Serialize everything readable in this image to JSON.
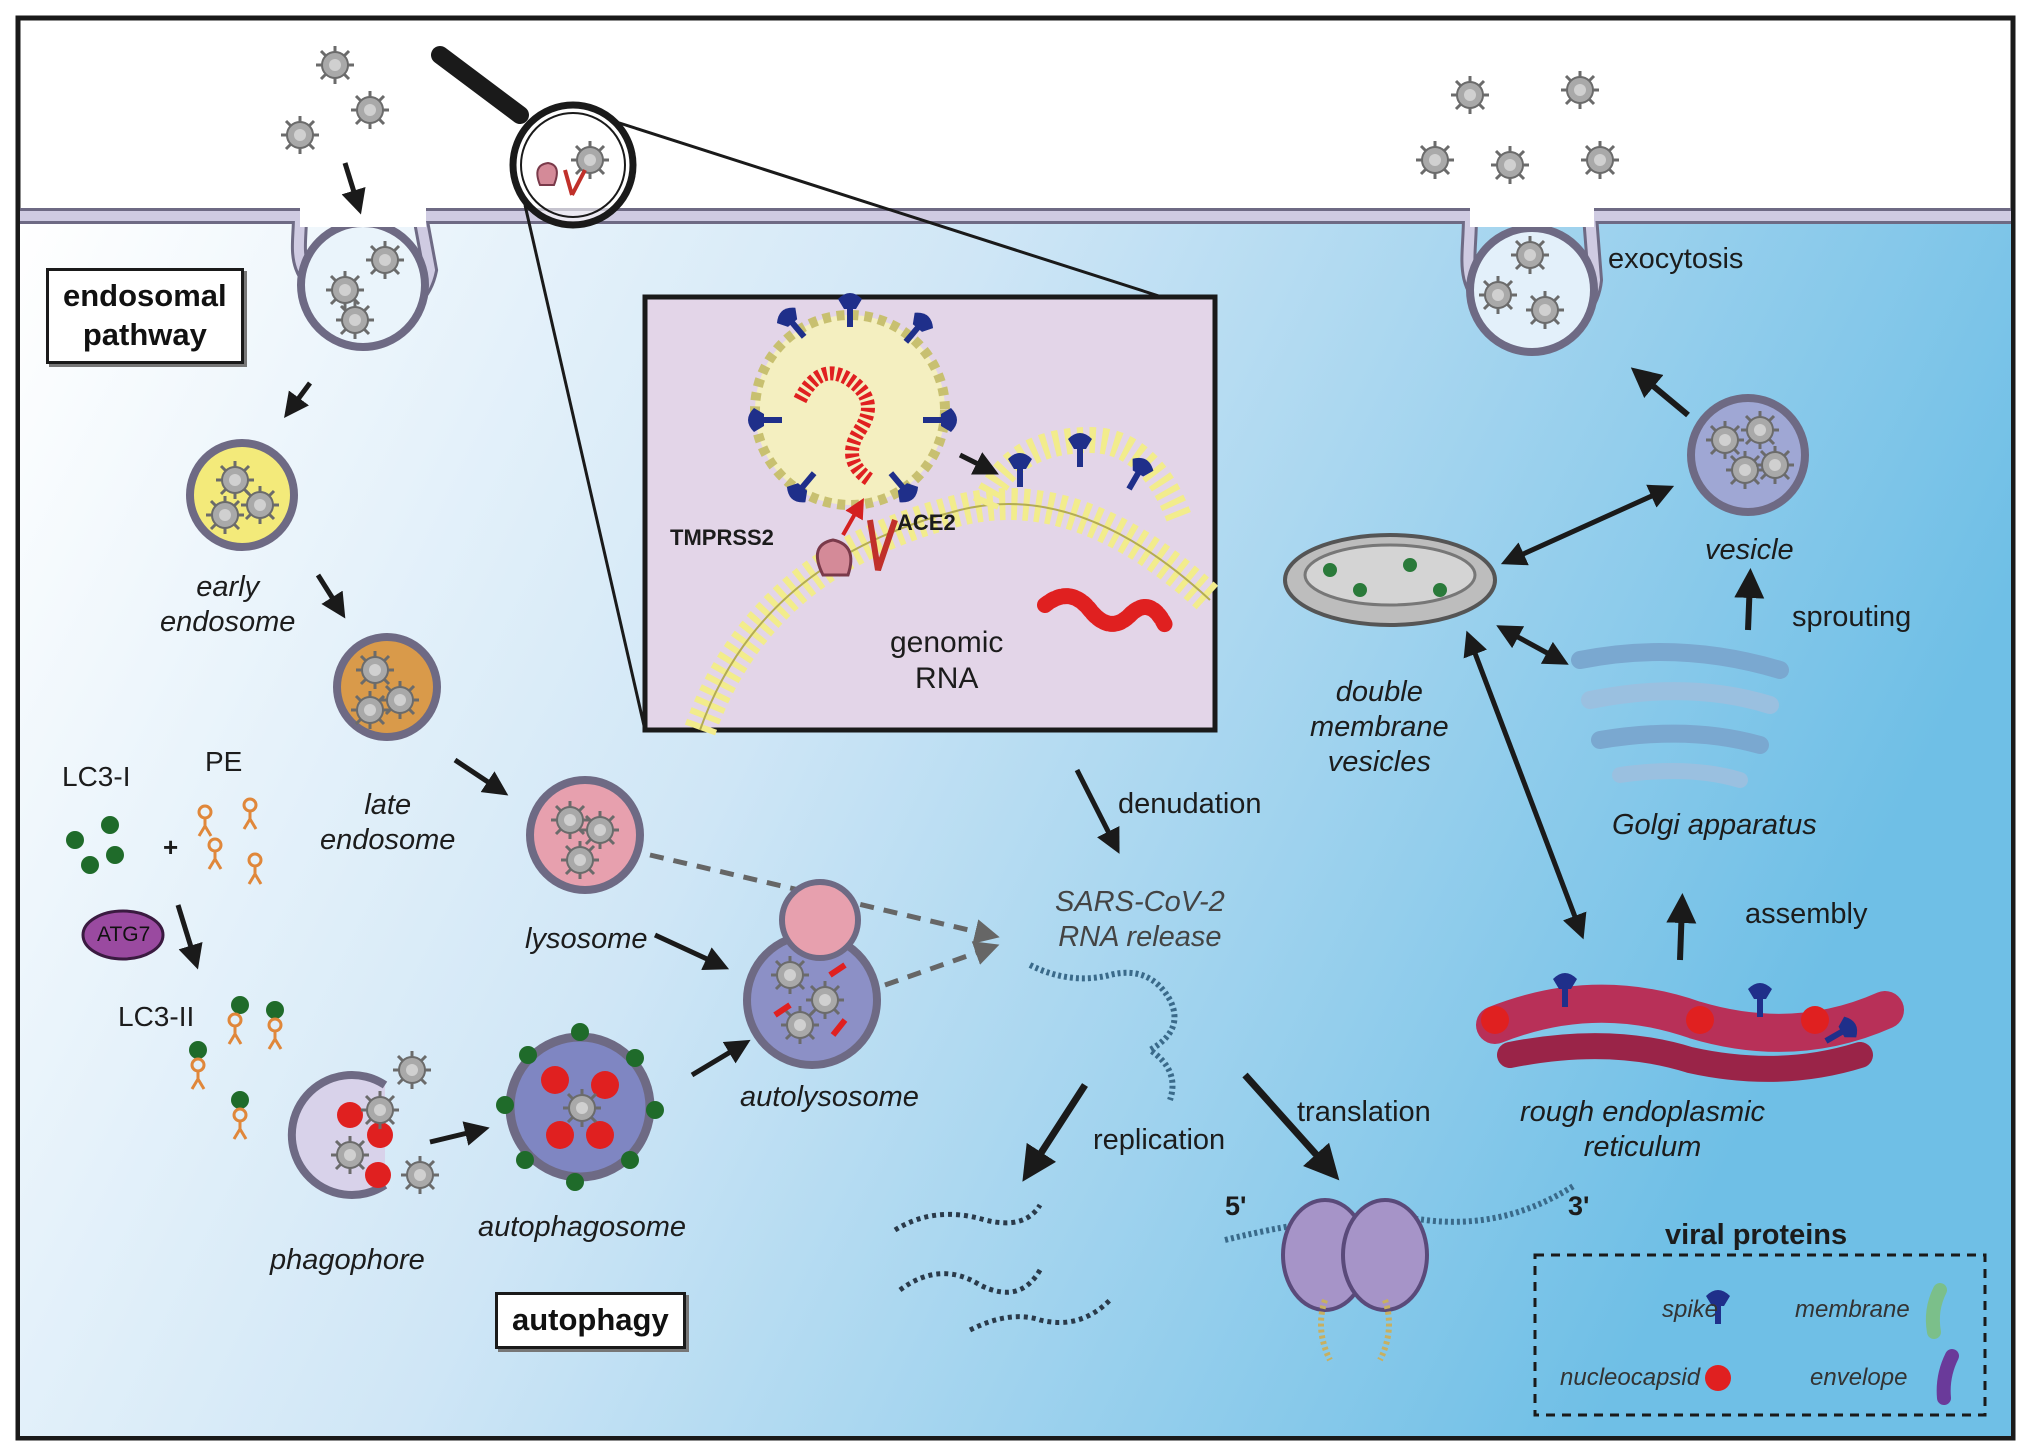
{
  "labels": {
    "endosomal_pathway": "endosomal\npathway",
    "early_endosome": "early\nendosome",
    "late_endosome": "late\nendosome",
    "lysosome": "lysosome",
    "lc3_i": "LC3-I",
    "pe": "PE",
    "plus": "+",
    "atg7": "ATG7",
    "lc3_ii": "LC3-II",
    "phagophore": "phagophore",
    "autophagosome": "autophagosome",
    "autolysosome": "autolysosome",
    "autophagy": "autophagy",
    "tmprss2": "TMPRSS2",
    "ace2": "ACE2",
    "genomic_rna": "genomic\nRNA",
    "denudation": "denudation",
    "rna_release": "SARS-CoV-2\nRNA release",
    "replication": "replication",
    "translation": "translation",
    "five_prime": "5'",
    "three_prime": "3'",
    "double_membrane_vesicles": "double\nmembrane\nvesicles",
    "rough_er": "rough endoplasmic\nreticulum",
    "golgi": "Golgi apparatus",
    "assembly": "assembly",
    "sprouting": "sprouting",
    "vesicle": "vesicle",
    "exocytosis": "exocytosis"
  },
  "legend": {
    "title": "viral proteins",
    "spike": "spike",
    "membrane": "membrane",
    "nucleocapsid": "nucleocapsid",
    "envelope": "envelope"
  },
  "colors": {
    "cytoplasm_gradient": [
      "#ffffff",
      "#6fbfe6"
    ],
    "membrane": "#c9c5dd",
    "early_endosome": "#f3ea7a",
    "late_endosome": "#d99a4a",
    "lysosome": "#e7a0ae",
    "autophagosome": "#7f86c2",
    "spike": "#1f2f8a",
    "membrane_protein": "#7bbf8a",
    "nucleocapsid": "#e02020",
    "envelope": "#6a3a9a",
    "lc3": "#1f6b2a",
    "pe": "#e0873a",
    "inset_bg": "#e3d5e8",
    "rer": "#b83058"
  }
}
